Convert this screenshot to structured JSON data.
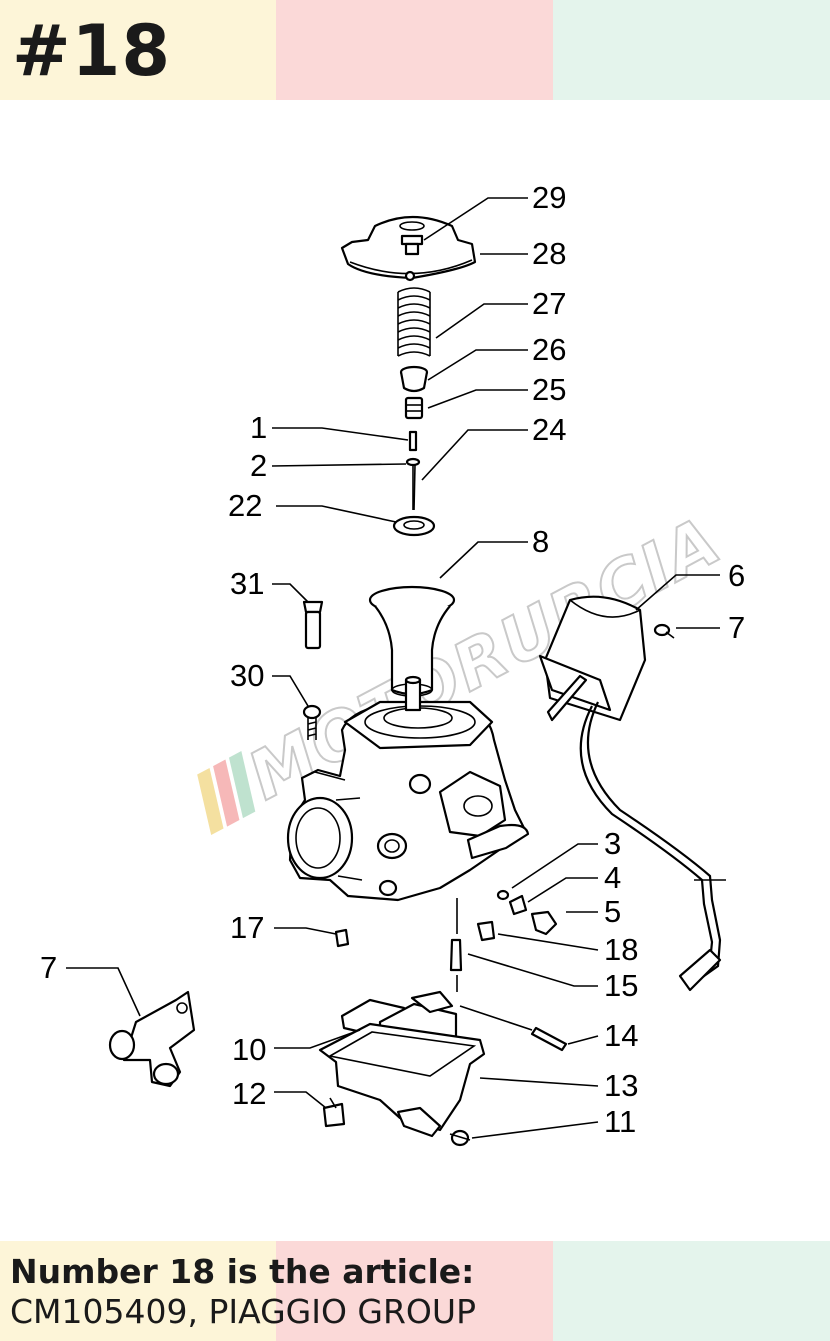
{
  "header": {
    "title": "#18"
  },
  "colors": {
    "band1": "#fdf5d8",
    "band2": "#fbd9d8",
    "band3": "#e4f4ec"
  },
  "watermark": {
    "text": "MOTORURCIA"
  },
  "diagram": {
    "callouts": {
      "n1": "1",
      "n2": "2",
      "n3": "3",
      "n4": "4",
      "n5": "5",
      "n6": "6",
      "n7a": "7",
      "n7b": "7",
      "n8": "8",
      "n10": "10",
      "n11": "11",
      "n12": "12",
      "n13": "13",
      "n14": "14",
      "n15": "15",
      "n17": "17",
      "n18": "18",
      "n22": "22",
      "n24": "24",
      "n25": "25",
      "n26": "26",
      "n27": "27",
      "n28": "28",
      "n29": "29",
      "n30": "30",
      "n31": "31"
    }
  },
  "footer": {
    "line1": "Number 18 is the article:",
    "line2": "CM105409, PIAGGIO GROUP"
  }
}
